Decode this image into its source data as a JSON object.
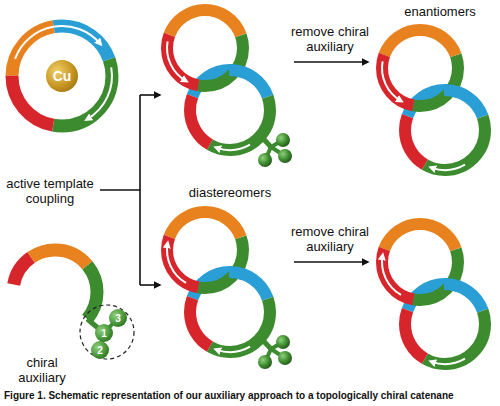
{
  "diagram": {
    "caption": "Figure 1. Schematic representation of our auxiliary approach to a topologically chiral catenane",
    "nodes": [
      {
        "text": [
          "Cu"
        ]
      },
      {
        "text": [
          "3"
        ]
      },
      {
        "text": [
          "1"
        ]
      },
      {
        "text": [
          "2"
        ]
      }
    ],
    "labels": [
      "enantiomers",
      "remove chiral auxiliary",
      "active template coupling",
      "diastereomers",
      "remove chiral auxiliary",
      "chiral auxiliary"
    ]
  }
}
